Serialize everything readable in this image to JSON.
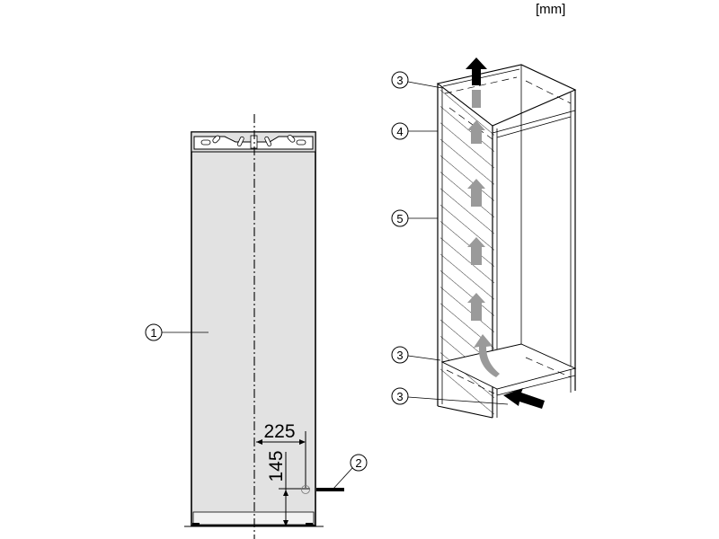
{
  "unit_label": "[mm]",
  "callouts": {
    "appliance": "1",
    "bracket": "2",
    "vent_top": "3",
    "side_panel": "4",
    "hatched_area": "5",
    "vent_bottom": "3",
    "vent_plinth": "3"
  },
  "dimensions": {
    "horizontal": "225",
    "vertical": "145"
  },
  "colors": {
    "appliance_fill": "#e2e2e2",
    "arrow_gray": "#9a9a9a",
    "line": "#000000"
  }
}
